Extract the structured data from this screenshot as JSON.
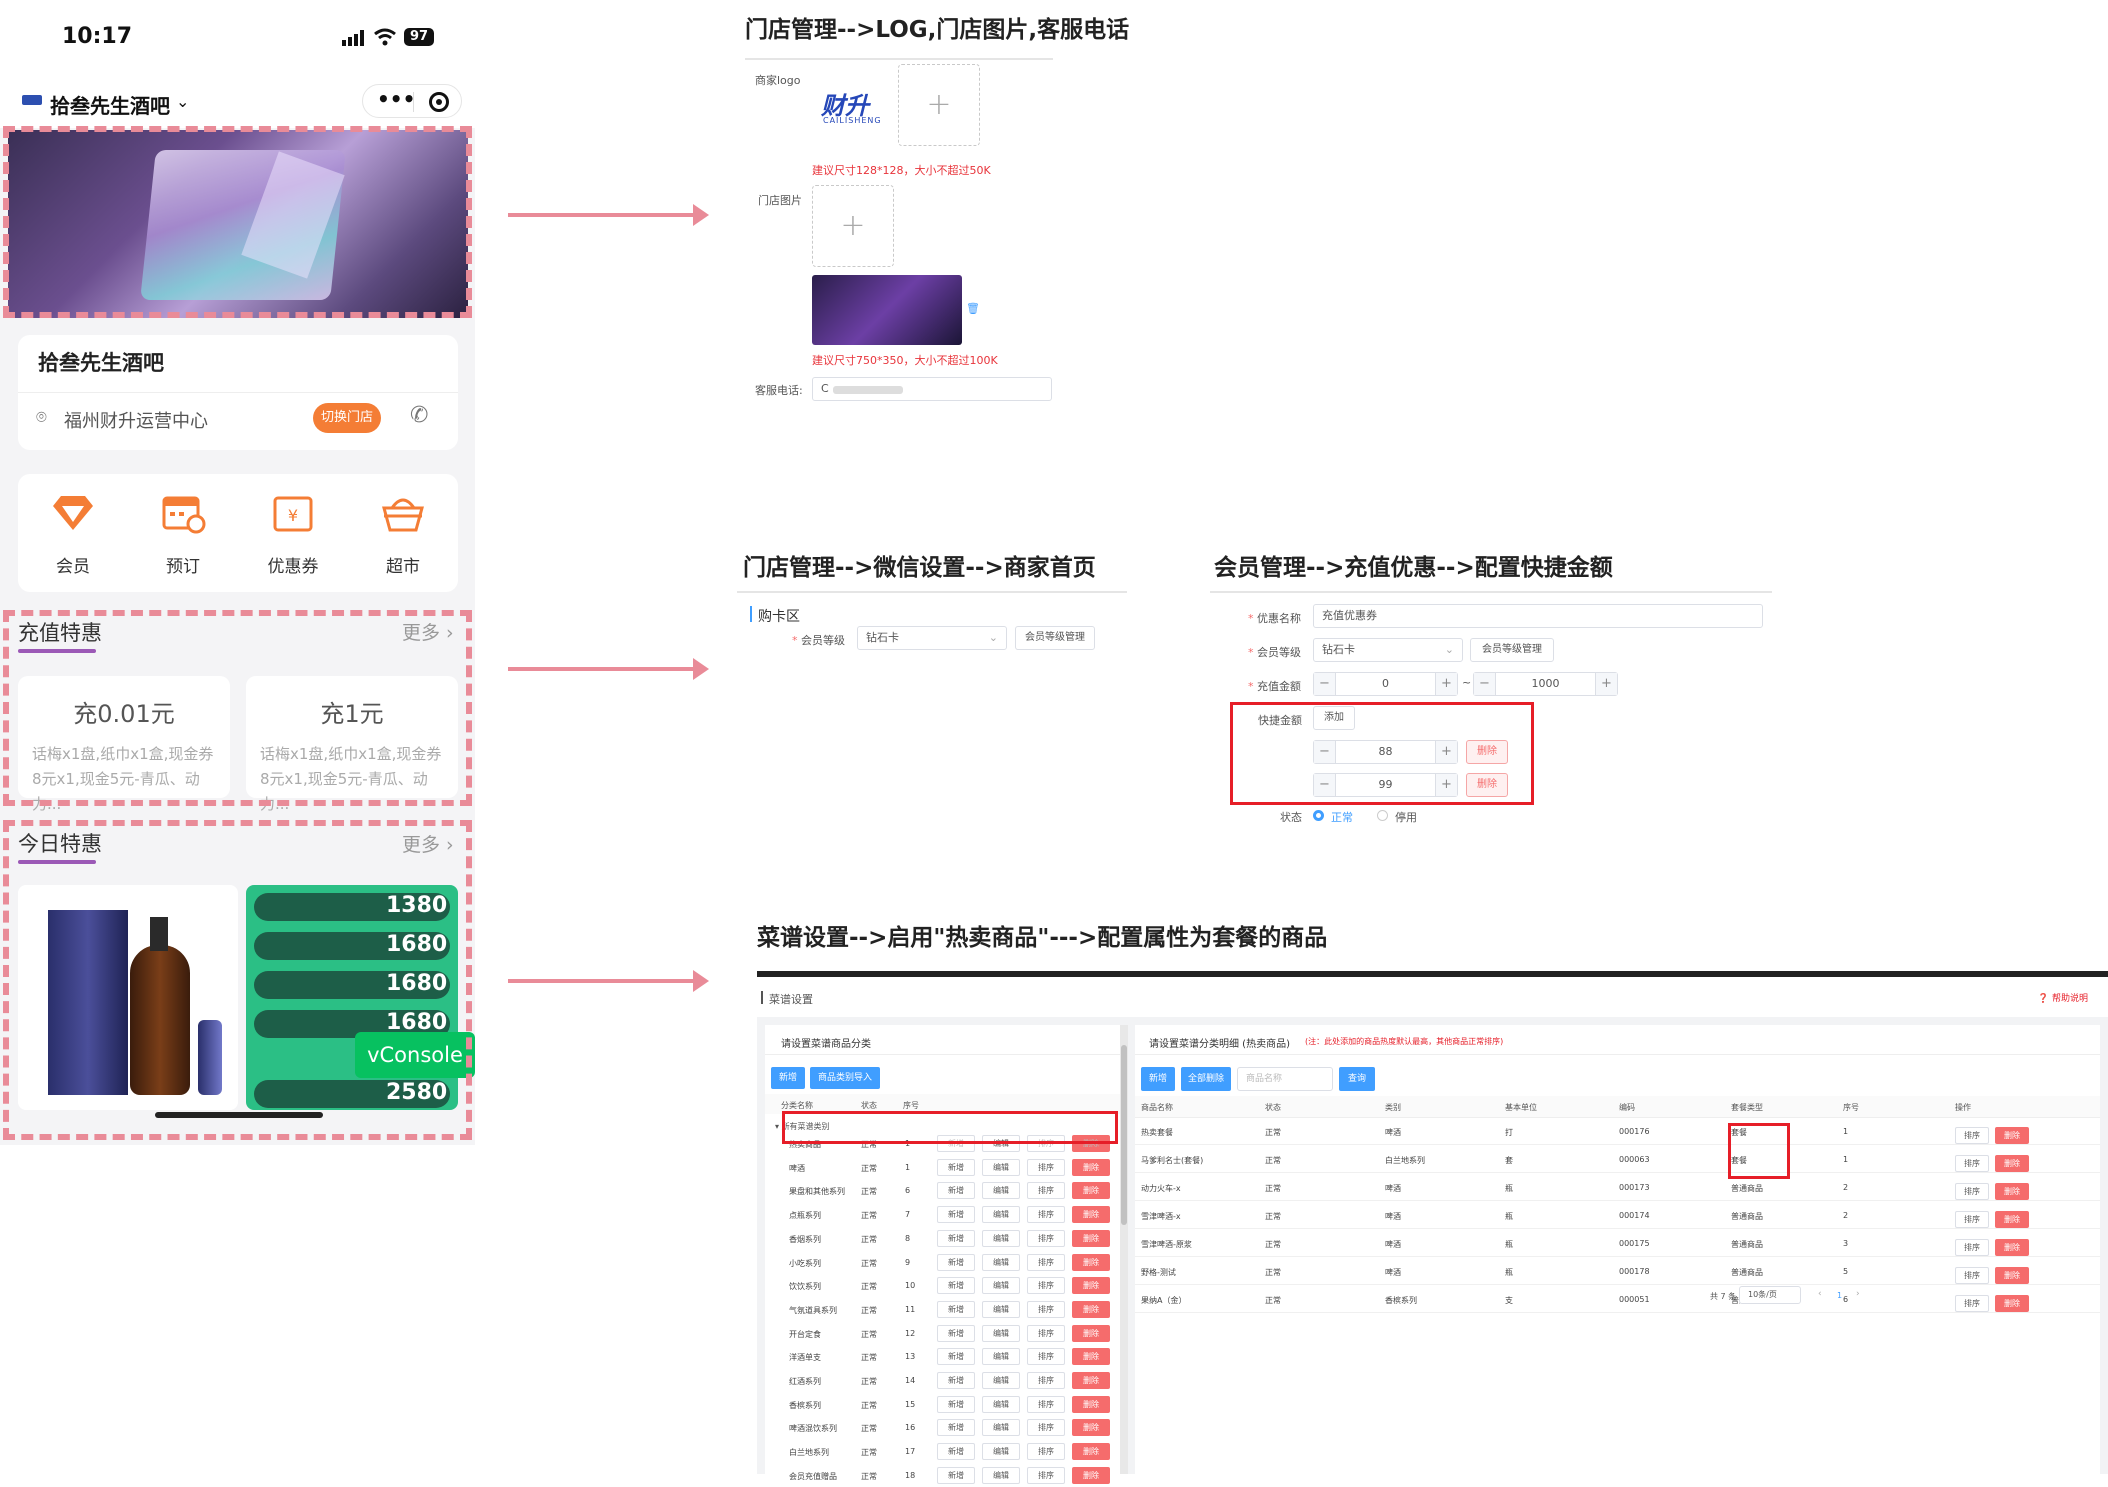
{
  "phone": {
    "time": "10:17",
    "battery": "97",
    "store_name_nav": "拾叁先生酒吧",
    "store_card_title": "拾叁先生酒吧",
    "location": "福州财升运营中心",
    "switch_store": "切换门店",
    "grid": [
      {
        "label": "会员",
        "icon": "diamond-icon"
      },
      {
        "label": "预订",
        "icon": "calendar-icon"
      },
      {
        "label": "优惠券",
        "icon": "coupon-icon"
      },
      {
        "label": "超市",
        "icon": "basket-icon"
      }
    ],
    "recharge_section": {
      "title": "充值特惠",
      "more": "更多",
      "cards": [
        {
          "amount": "充0.01元",
          "desc": "话梅x1盘,纸巾x1盒,现金券8元x1,现金5元-青瓜、动力..."
        },
        {
          "amount": "充1元",
          "desc": "话梅x1盘,纸巾x1盒,现金券8元x1,现金5元-青瓜、动力..."
        }
      ]
    },
    "daily_section": {
      "title": "今日特惠",
      "more": "更多",
      "prices": [
        "1380",
        "1680",
        "1680",
        "1680",
        "2580"
      ]
    },
    "vconsole": "vConsole"
  },
  "panel1": {
    "headline": "门店管理-->LOG,门店图片,客服电话",
    "logo_label": "商家logo",
    "logo_text": "财升",
    "logo_sub": "CAILISHENG",
    "logo_tip": "建议尺寸128*128，大小不超过50K",
    "store_img_label": "门店图片",
    "store_img_tip": "建议尺寸750*350，大小不超过100K",
    "phone_label": "客服电话:",
    "phone_value": "C"
  },
  "panel2": {
    "headline": "门店管理-->微信设置-->商家首页",
    "section": "购卡区",
    "level_label": "会员等级",
    "level_value": "钻石卡",
    "level_btn": "会员等级管理"
  },
  "panel3": {
    "headline": "会员管理-->充值优惠-->配置快捷金额",
    "name_label": "优惠名称",
    "name_value": "充值优惠券",
    "level_label": "会员等级",
    "level_value": "钻石卡",
    "level_btn": "会员等级管理",
    "amount_label": "充值金额",
    "amount_min": "0",
    "amount_sep": "~",
    "amount_max": "1000",
    "quick_label": "快捷金额",
    "add_btn": "添加",
    "quick_values": [
      "88",
      "99"
    ],
    "delete_btn": "删除",
    "status_label": "状态",
    "status_on": "正常",
    "status_off": "停用"
  },
  "panel4": {
    "headline": "菜谱设置-->启用\"热卖商品\"--->配置属性为套餐的商品",
    "page_title": "菜谱设置",
    "help": "帮助说明",
    "left_title": "请设置菜谱商品分类",
    "left_btns": [
      "新增",
      "商品类别导入"
    ],
    "left_cols": [
      "分类名称",
      "状态",
      "序号"
    ],
    "root": "所有菜谱类别",
    "row_actions": [
      "新增",
      "编辑",
      "排序",
      "删除"
    ],
    "categories": [
      {
        "name": "热卖商品",
        "status": "正常",
        "no": "1"
      },
      {
        "name": "啤酒",
        "status": "正常",
        "no": "1"
      },
      {
        "name": "果盘和其他系列",
        "status": "正常",
        "no": "6"
      },
      {
        "name": "点瓶系列",
        "status": "正常",
        "no": "7"
      },
      {
        "name": "香烟系列",
        "status": "正常",
        "no": "8"
      },
      {
        "name": "小吃系列",
        "status": "正常",
        "no": "9"
      },
      {
        "name": "饮饮系列",
        "status": "正常",
        "no": "10"
      },
      {
        "name": "气氛道具系列",
        "status": "正常",
        "no": "11"
      },
      {
        "name": "开台定食",
        "status": "正常",
        "no": "12"
      },
      {
        "name": "洋酒单支",
        "status": "正常",
        "no": "13"
      },
      {
        "name": "红酒系列",
        "status": "正常",
        "no": "14"
      },
      {
        "name": "香槟系列",
        "status": "正常",
        "no": "15"
      },
      {
        "name": "啤酒混饮系列",
        "status": "正常",
        "no": "16"
      },
      {
        "name": "白兰地系列",
        "status": "正常",
        "no": "17"
      },
      {
        "name": "会员充值赠品",
        "status": "正常",
        "no": "18"
      }
    ],
    "right_title": "请设置菜谱分类明细 (热卖商品)",
    "right_note": "(注：此处添加的商品热度默认最高，其他商品正常排序)",
    "right_btns": [
      "新增",
      "全部删除"
    ],
    "search_placeholder": "商品名称",
    "search_btn": "查询",
    "right_cols": [
      "商品名称",
      "状态",
      "类别",
      "基本单位",
      "编码",
      "套餐类型",
      "序号",
      "操作"
    ],
    "products": [
      {
        "name": "热卖套餐",
        "status": "正常",
        "cat": "啤酒",
        "unit": "打",
        "code": "000176",
        "type": "套餐",
        "no": "1"
      },
      {
        "name": "马爹利名士(套餐)",
        "status": "正常",
        "cat": "白兰地系列",
        "unit": "套",
        "code": "000063",
        "type": "套餐",
        "no": "1"
      },
      {
        "name": "动力火车-x",
        "status": "正常",
        "cat": "啤酒",
        "unit": "瓶",
        "code": "000173",
        "type": "普通商品",
        "no": "2"
      },
      {
        "name": "雪津啤酒-x",
        "status": "正常",
        "cat": "啤酒",
        "unit": "瓶",
        "code": "000174",
        "type": "普通商品",
        "no": "2"
      },
      {
        "name": "雪津啤酒-原浆",
        "status": "正常",
        "cat": "啤酒",
        "unit": "瓶",
        "code": "000175",
        "type": "普通商品",
        "no": "3"
      },
      {
        "name": "野格-测试",
        "status": "正常",
        "cat": "啤酒",
        "unit": "瓶",
        "code": "000178",
        "type": "普通商品",
        "no": "5"
      },
      {
        "name": "果纳A（金）",
        "status": "正常",
        "cat": "香槟系列",
        "unit": "支",
        "code": "000051",
        "type": "普通商品",
        "no": "6"
      }
    ],
    "prod_actions": [
      "排序",
      "删除"
    ],
    "total": "共 7 条",
    "page_size": "10条/页",
    "page": "1"
  },
  "colors": {
    "accent_red": "#e61e28",
    "dash_pink": "#e98b98",
    "primary_blue": "#409eff",
    "orange": "#f47d35"
  }
}
